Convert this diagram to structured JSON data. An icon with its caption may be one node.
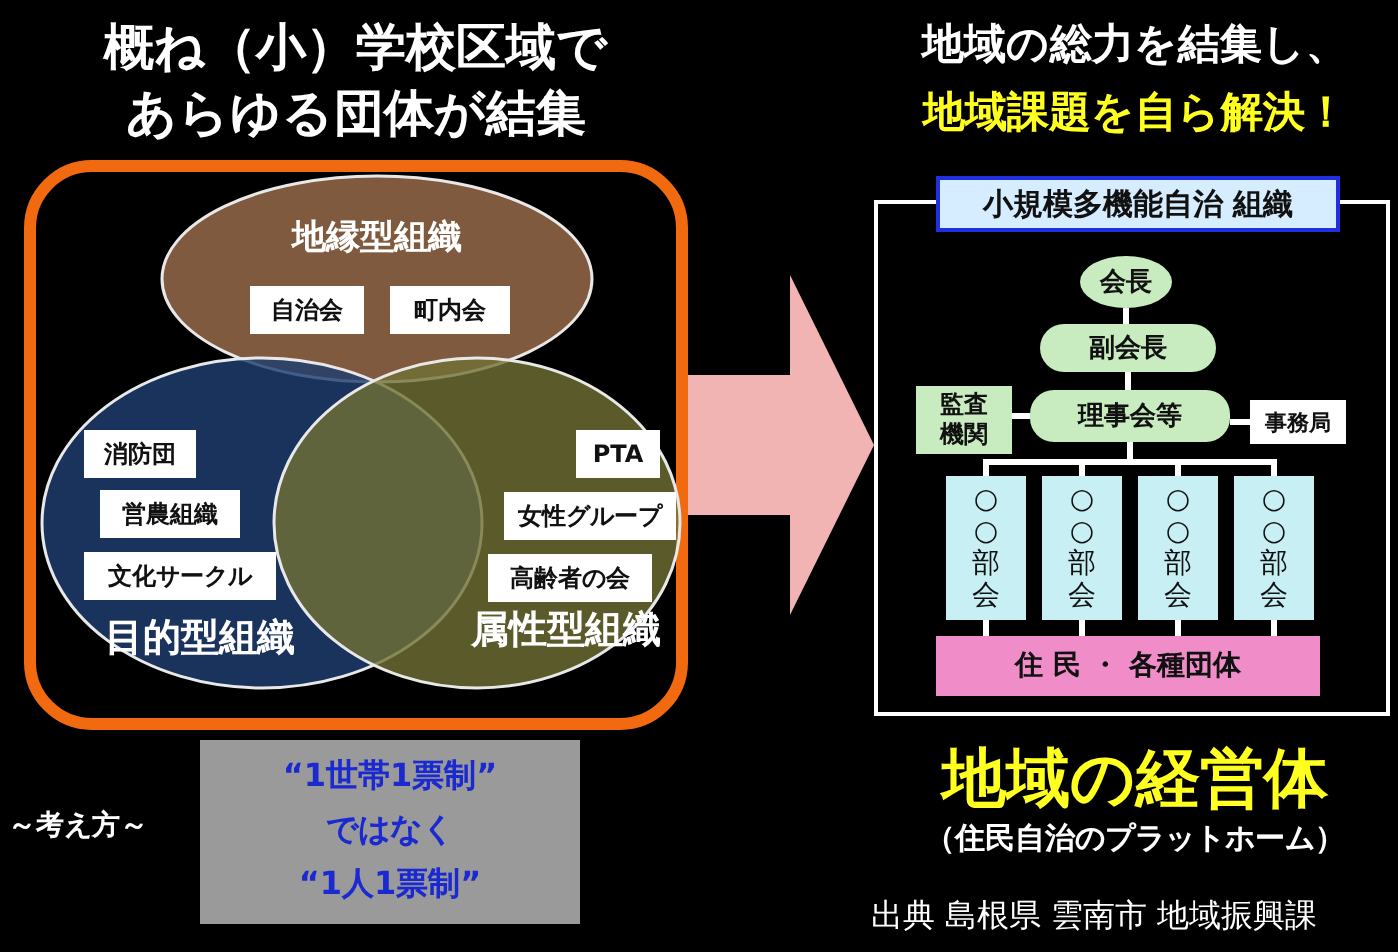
{
  "diagram": {
    "nodes": [
      {
        "text": [
          "概ね（小）学校区域であらゆる団体が結集"
        ]
      },
      {
        "text": [
          "地縁型組織"
        ],
        "in": 0
      },
      {
        "text": [
          "自治会"
        ],
        "in": 1
      },
      {
        "text": [
          "町内会"
        ],
        "in": 1
      },
      {
        "text": [
          "目的型組織"
        ],
        "in": 0
      },
      {
        "text": [
          "消防団"
        ],
        "in": 4
      },
      {
        "text": [
          "営農組織"
        ],
        "in": 4
      },
      {
        "text": [
          "文化サークル"
        ],
        "in": 4
      },
      {
        "text": [
          "属性型組織"
        ],
        "in": 0
      },
      {
        "text": [
          "PTA"
        ],
        "in": 8
      },
      {
        "text": [
          "女性グループ"
        ],
        "in": 8
      },
      {
        "text": [
          "高齢者の会"
        ],
        "in": 8
      },
      {
        "text": [
          "“1世帯1票制” ではなく “1人1票制”"
        ],
        "beside": [
          "～考え方～"
        ]
      },
      {
        "text": [
          "小規模多機能自治 組織"
        ]
      },
      {
        "text": [
          "会長"
        ],
        "in": 13
      },
      {
        "text": [
          "副会長"
        ],
        "in": 13
      },
      {
        "text": [
          "理事会等"
        ],
        "in": 13
      },
      {
        "text": [
          "監査機関"
        ],
        "in": 13
      },
      {
        "text": [
          "事務局"
        ],
        "in": 13
      },
      {
        "text": [
          "○○部会"
        ],
        "in": 13
      },
      {
        "text": [
          "○○部会"
        ],
        "in": 13
      },
      {
        "text": [
          "○○部会"
        ],
        "in": 13
      },
      {
        "text": [
          "○○部会"
        ],
        "in": 13
      },
      {
        "text": [
          "住 民 ・ 各種団体"
        ],
        "in": 13
      }
    ],
    "edges": [
      {
        "from": 0,
        "to": 13,
        "arrow": "to",
        "style": "thick",
        "color": "#f2b3b3"
      },
      {
        "from": 14,
        "to": 15,
        "arrow": "none"
      },
      {
        "from": 15,
        "to": 16,
        "arrow": "none"
      },
      {
        "from": 17,
        "to": 16,
        "arrow": "none"
      },
      {
        "from": 16,
        "to": 18,
        "arrow": "none"
      },
      {
        "from": 16,
        "to": 19,
        "arrow": "none"
      },
      {
        "from": 16,
        "to": 20,
        "arrow": "none"
      },
      {
        "from": 16,
        "to": 21,
        "arrow": "none"
      },
      {
        "from": 16,
        "to": 22,
        "arrow": "none"
      },
      {
        "from": 19,
        "to": 23,
        "arrow": "none"
      },
      {
        "from": 20,
        "to": 23,
        "arrow": "none"
      },
      {
        "from": 21,
        "to": 23,
        "arrow": "none"
      },
      {
        "from": 22,
        "to": 23,
        "arrow": "none"
      }
    ],
    "labels": [
      "地域の総力を結集し、",
      "地域課題を自ら解決！",
      "地域の経営体",
      "（住民自治のプラットホーム）",
      "出典 島根県 雲南市 地域振興課"
    ]
  }
}
